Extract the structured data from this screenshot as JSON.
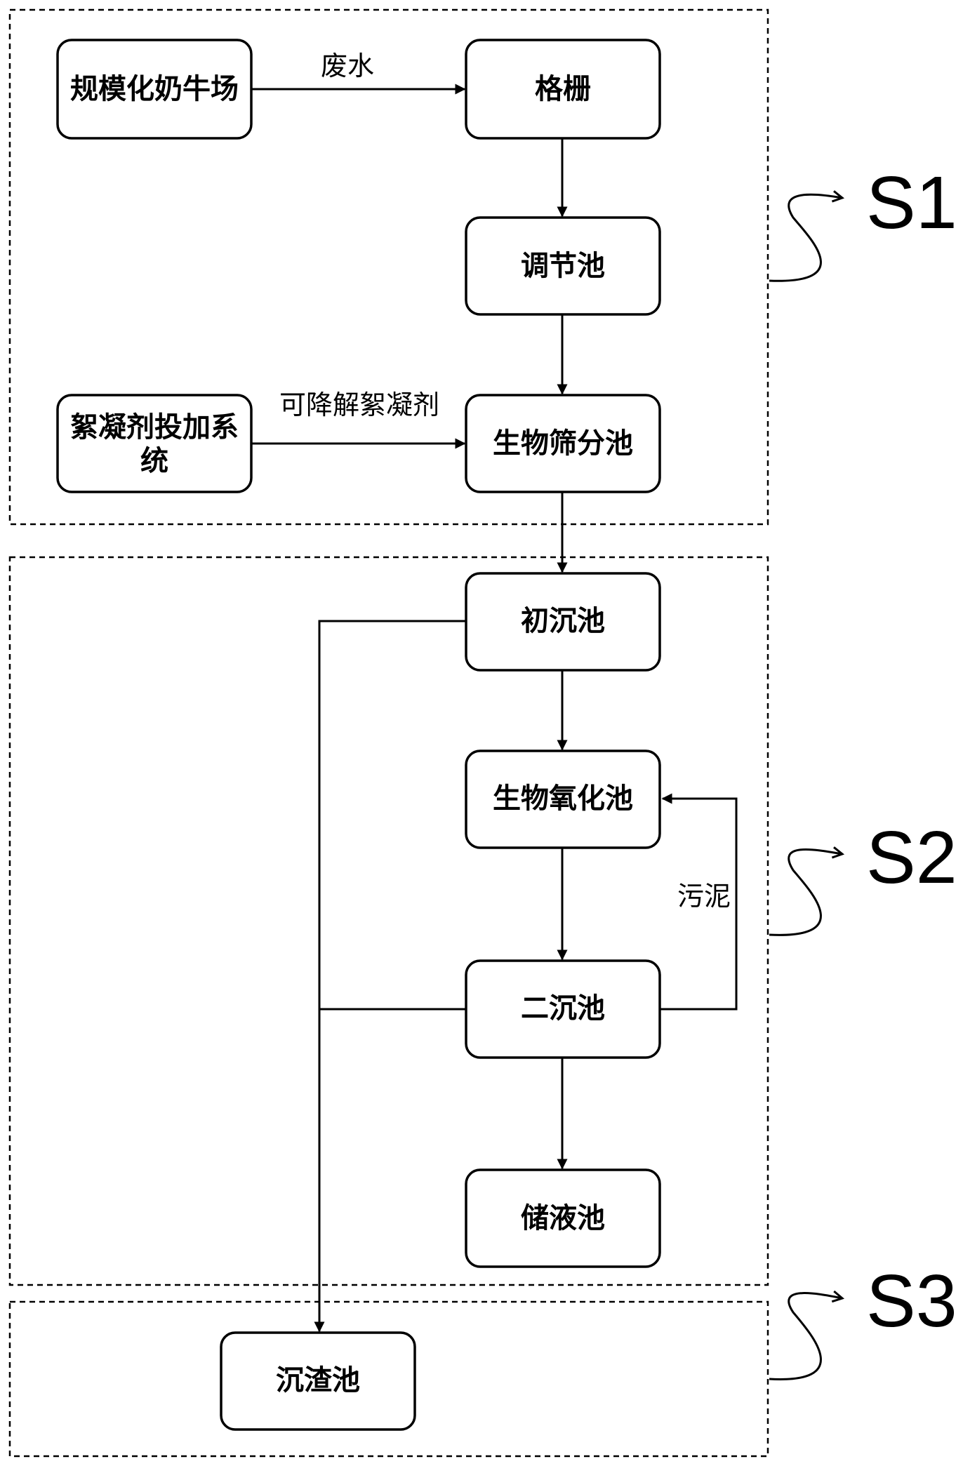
{
  "nodes": {
    "dairy_farm": "规模化奶牛场",
    "grille": "格栅",
    "regulating_tank": "调节池",
    "flocculant_system_line1": "絮凝剂投加系",
    "flocculant_system_line2": "统",
    "bio_screening_tank": "生物筛分池",
    "primary_sedimentation": "初沉池",
    "bio_oxidation_tank": "生物氧化池",
    "secondary_sedimentation": "二沉池",
    "liquid_storage_tank": "储液池",
    "sediment_tank": "沉渣池"
  },
  "edge_labels": {
    "wastewater": "废水",
    "degradable_flocculant": "可降解絮凝剂",
    "sludge": "污泥"
  },
  "stages": {
    "s1": "S1",
    "s2": "S2",
    "s3": "S3"
  }
}
